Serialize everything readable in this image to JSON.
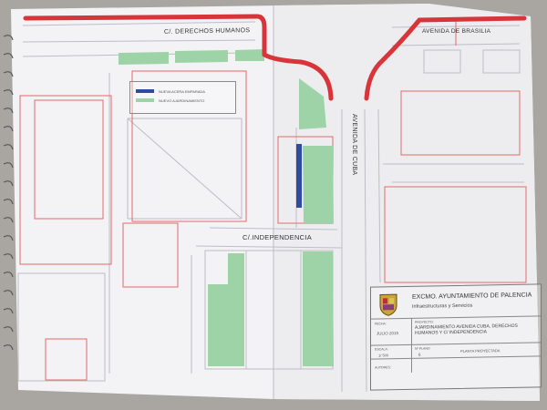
{
  "streets": {
    "derechos_humanos": "C/. DERECHOS HUMANOS",
    "brasilia": "AVENIDA DE BRASILIA",
    "cuba": "AVENIDA DE CUBA",
    "independencia": "C/.INDEPENDENCIA"
  },
  "legend": {
    "items": [
      {
        "label": "NUEVA ACERA EMPARADA",
        "color": "#2f4aa0"
      },
      {
        "label": "NUEVO AJARDINAMIENTO",
        "color": "#9ed3a8"
      }
    ]
  },
  "title_block": {
    "organization": "EXCMO. AYUNTAMIENTO DE PALENCIA",
    "department": "Infraestructuras y Servicios",
    "date_label": "FECHA:",
    "date_value": "JULIO 2015",
    "project_label": "PROYECTO:",
    "project_title": "AJARDINAMIENTO AVENIDA CUBA, DERECHOS HUMANOS Y C/ INDEPENDENCIA",
    "scale_label": "ESCALA:",
    "scale_value": "1/ 500",
    "plan_no_label": "Nº PLANO",
    "plan_no_value": "6",
    "plan_name": "PLANTA PROYECTADA",
    "authors_label": "AUTORES:"
  },
  "colors": {
    "curb_red": "#d8353a",
    "green": "#9ed3a8",
    "blue": "#2f4aa0",
    "paper": "#f4f4f6"
  }
}
